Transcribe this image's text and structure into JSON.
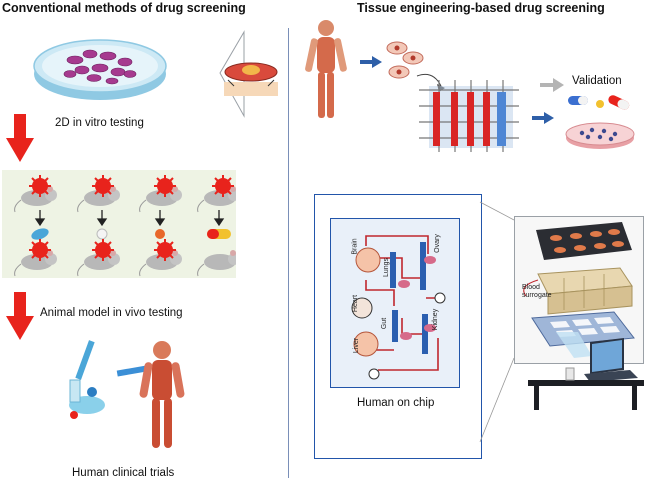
{
  "left": {
    "title": "Conventional methods of drug screening",
    "step1_caption": "2D in vitro testing",
    "step2_caption": "Animal model in vivo testing",
    "step3_caption": "Human clinical trials"
  },
  "right": {
    "title": "Tissue engineering-based drug screening",
    "validation_label": "Validation",
    "chip_caption": "Human on chip",
    "organs": [
      "Brain",
      "Lungs",
      "Heart",
      "Gut",
      "Liver",
      "Ovary",
      "Kidney"
    ],
    "blood_label": "Blood surrogate"
  },
  "colors": {
    "arrow_red": "#e8231c",
    "chip_blue": "#2255aa",
    "panel_fill": "#e9f0f9",
    "channel_red": "#c0272d",
    "divider": "#7a8fb8"
  }
}
